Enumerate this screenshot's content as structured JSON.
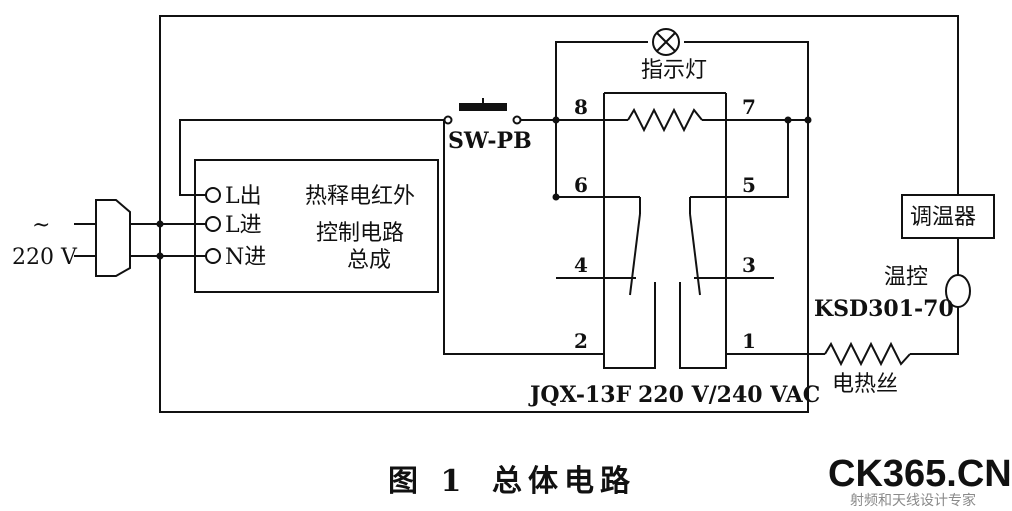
{
  "source_label": {
    "symbol": "~",
    "voltage": "220 V"
  },
  "module": {
    "terminals": [
      "L出",
      "L进",
      "N进"
    ],
    "name_lines": [
      "热释电红外",
      "控制电路",
      "总成"
    ]
  },
  "switch_label": "SW-PB",
  "lamp_label": "指示灯",
  "relay": {
    "pins": {
      "p1": "1",
      "p2": "2",
      "p3": "3",
      "p4": "4",
      "p5": "5",
      "p6": "6",
      "p7": "7",
      "p8": "8"
    },
    "model": "JQX-13F",
    "rating": "220 V/240 VAC"
  },
  "thermostat_label": "调温器",
  "temp_control": {
    "label": "温控",
    "model": "KSD301-70"
  },
  "heater_label": "电热丝",
  "caption": {
    "figure": "图 1",
    "title": "总体电路"
  },
  "watermark": {
    "brand": "CK365.CN",
    "slogan": "射频和天线设计专家"
  },
  "colors": {
    "line": "#111111",
    "watermark_red": "#d8402a",
    "watermark_gray": "#9a9a9a"
  }
}
